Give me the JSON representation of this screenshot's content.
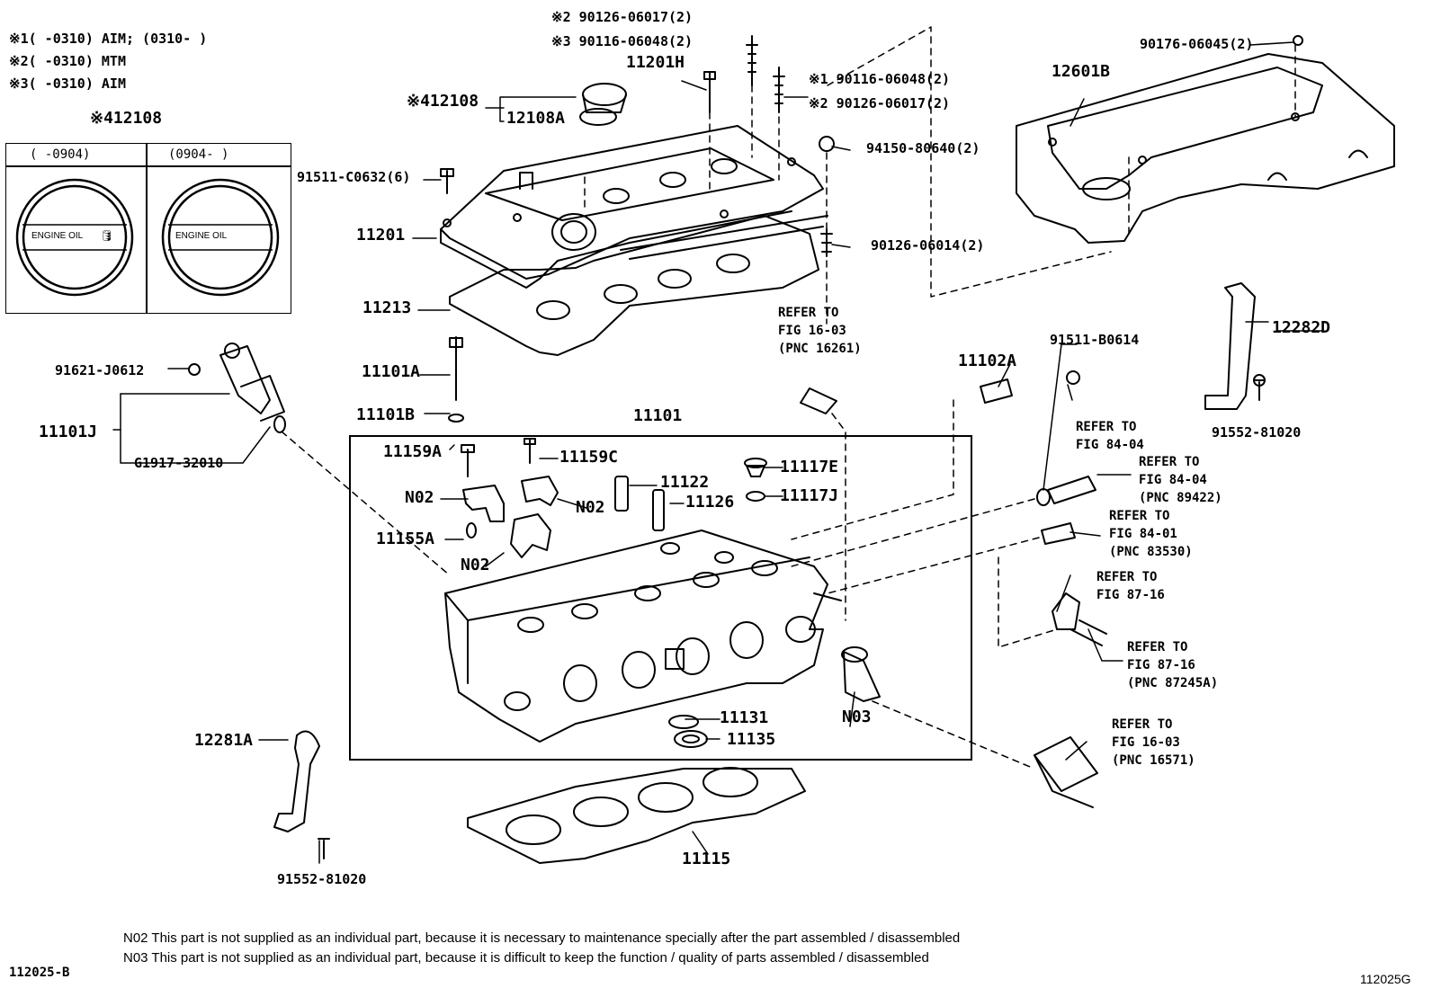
{
  "legend": [
    {
      "mark": "※1",
      "text": "(      -0310) AIM; (0310-        )"
    },
    {
      "mark": "※2",
      "text": "(      -0310) MTM"
    },
    {
      "mark": "※3",
      "text": "(      -0310) AIM"
    }
  ],
  "cap_panel": {
    "title": "※412108",
    "col1": "(      -0904)",
    "col2": "(0904-      )",
    "cap_text": "ENGINE OIL"
  },
  "labels": {
    "p90126_06017_top": "※2 90126-06017(2)",
    "p90116_06048_top": "※3 90116-06048(2)",
    "p11201H": "11201H",
    "p12108_group": "※412108",
    "p12108A": "12108A",
    "p90116_06048_r": "※1  90116-06048(2)",
    "p90126_06017_r": "※2  90126-06017(2)",
    "p94150": "94150-80640(2)",
    "p91511_C0632": "91511-C0632(6)",
    "p11201": "11201",
    "p90126_06014": "90126-06014(2)",
    "p11213": "11213",
    "p90176": "90176-06045(2)",
    "p12601B": "12601B",
    "p91621": "91621-J0612",
    "p11101J": "11101J",
    "pG1917": "G1917-32010",
    "p11101A": "11101A",
    "p11101B": "11101B",
    "p11101": "11101",
    "p11159A": "11159A",
    "p11159C": "11159C",
    "p11122": "11122",
    "p11126": "11126",
    "p11117E": "11117E",
    "p11117J": "11117J",
    "pN02a": "N02",
    "pN02b": "N02",
    "pN02c": "N02",
    "p11155A": "11155A",
    "p11102A": "11102A",
    "p91511_B0614": "91511-B0614",
    "p12282D": "12282D",
    "p91552_r": "91552-81020",
    "p12281A": "12281A",
    "p91552_l": "91552-81020",
    "p11131": "11131",
    "p11135": "11135",
    "pN03": "N03",
    "p11115": "11115"
  },
  "refers": {
    "r1": [
      "REFER TO",
      "FIG 16-03",
      "(PNC 16261)"
    ],
    "r2": [
      "REFER TO",
      "FIG 84-04"
    ],
    "r3": [
      "REFER TO",
      "FIG 84-04",
      "(PNC 89422)"
    ],
    "r4": [
      "REFER TO",
      "FIG 84-01",
      "(PNC 83530)"
    ],
    "r5": [
      "REFER TO",
      "FIG 87-16"
    ],
    "r6": [
      "REFER TO",
      "FIG 87-16",
      "(PNC 87245A)"
    ],
    "r7": [
      "REFER TO",
      "FIG 16-03",
      "(PNC 16571)"
    ]
  },
  "notes": {
    "n02": "N02 This part is not supplied as an individual part, because it is necessary to maintenance specially after the part assembled / disassembled",
    "n03": "N03 This part is not supplied as an individual part, because it is difficult to keep the function / quality of parts  assembled / disassembled"
  },
  "codes": {
    "left": "112025-B",
    "right": "112025G"
  }
}
